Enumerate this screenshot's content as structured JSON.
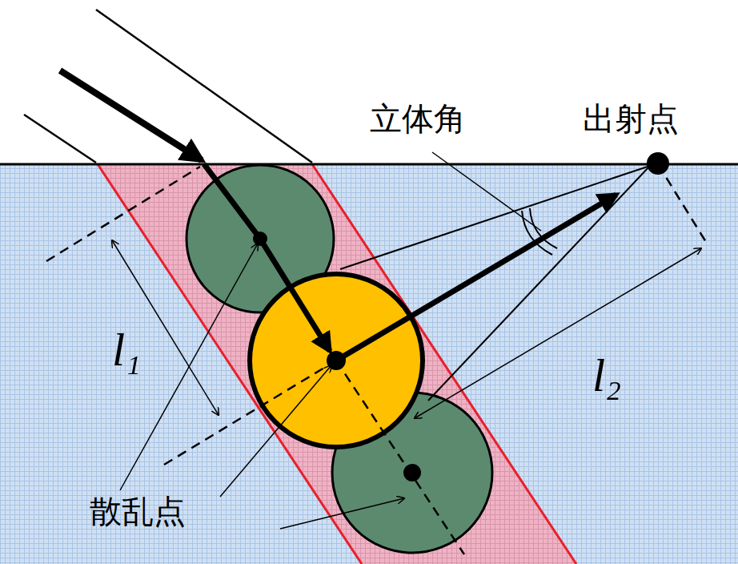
{
  "diagram": {
    "labels": [
      "立体角",
      "出射点",
      "l₁",
      "l₂",
      "散乱点"
    ]
  }
}
